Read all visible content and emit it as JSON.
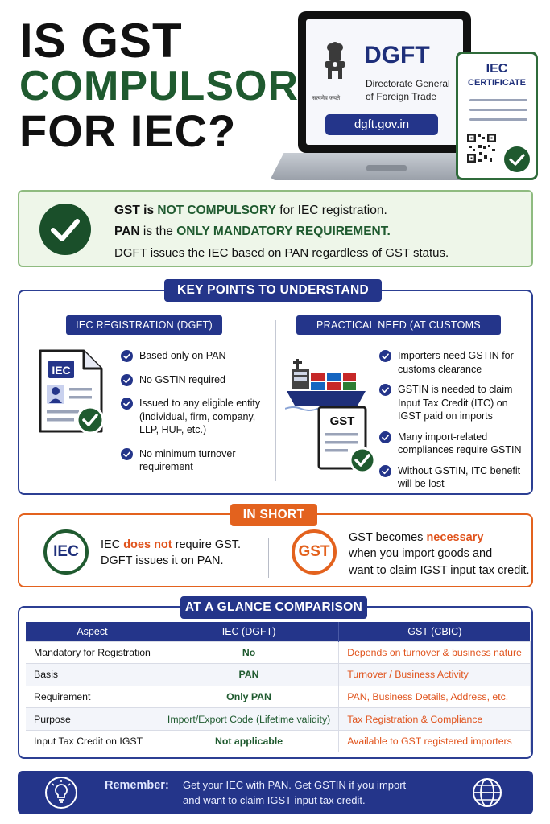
{
  "hero": {
    "title_line1": "IS GST",
    "title_line2": "COMPULSORY",
    "title_line3": "FOR IEC?",
    "laptop": {
      "logo": "DGFT",
      "subtitle_line1": "Directorate General",
      "subtitle_line2": "of Foreign Trade",
      "emblem_caption": "सत्यमेव जयते",
      "url": "dgft.gov.in"
    },
    "certificate": {
      "line1": "IEC",
      "line2": "CERTIFICATE"
    }
  },
  "verdict": {
    "line1_a": "GST is ",
    "line1_b": "NOT COMPULSORY",
    "line1_c": " for IEC registration.",
    "line2_a": "PAN",
    "line2_b": " is the ",
    "line2_c": "ONLY MANDATORY REQUIREMENT.",
    "line3": "DGFT issues the IEC based on PAN regardless of GST status."
  },
  "key_points": {
    "heading": "KEY POINTS TO UNDERSTAND",
    "left": {
      "heading": "IEC REGISTRATION (DGFT)",
      "icon_label": "IEC",
      "items": [
        "Based only on PAN",
        "No GSTIN required",
        "Issued to any eligible entity (individual, firm, company, LLP, HUF, etc.)",
        "No minimum turnover requirement"
      ]
    },
    "right": {
      "heading": "PRACTICAL NEED (AT CUSTOMS STAGE)",
      "icon_label": "GST",
      "items": [
        "Importers need GSTIN for customs clearance",
        "GSTIN is needed to claim Input Tax Credit (ITC) on IGST paid on imports",
        "Many import-related compliances require GSTIN",
        "Without GSTIN, ITC benefit will be lost"
      ]
    }
  },
  "in_short": {
    "heading": "IN SHORT",
    "left": {
      "badge": "IEC",
      "line1_a": "IEC ",
      "line1_b": "does not",
      "line1_c": " require GST.",
      "line2": "DGFT issues it on PAN."
    },
    "right": {
      "badge": "GST",
      "line1_a": "GST becomes ",
      "line1_b": "necessary",
      "line2": "when you import goods and",
      "line3": "want to claim IGST input tax credit."
    }
  },
  "comparison": {
    "heading": "AT A GLANCE COMPARISON",
    "columns": [
      "Aspect",
      "IEC (DGFT)",
      "GST (CBIC)"
    ],
    "rows": [
      [
        "Mandatory for Registration",
        "No",
        "Depends on turnover & business nature"
      ],
      [
        "Basis",
        "PAN",
        "Turnover / Business Activity"
      ],
      [
        "Requirement",
        "Only PAN",
        "PAN, Business Details, Address, etc."
      ],
      [
        "Purpose",
        "Import/Export Code (Lifetime validity)",
        "Tax Registration & Compliance"
      ],
      [
        "Input Tax Credit on IGST",
        "Not applicable",
        "Available to GST registered importers"
      ]
    ]
  },
  "footer": {
    "label": "Remember:",
    "line1": "Get your IEC with PAN. Get GSTIN if you import",
    "line2": "and want to claim IGST input tax credit.",
    "left_icon": "lightbulb-icon",
    "right_icon": "globe-icon"
  },
  "colors": {
    "navy": "#24358a",
    "green": "#1f5a2f",
    "orange": "#e0531c",
    "verdict_bg": "#eef6e9"
  }
}
